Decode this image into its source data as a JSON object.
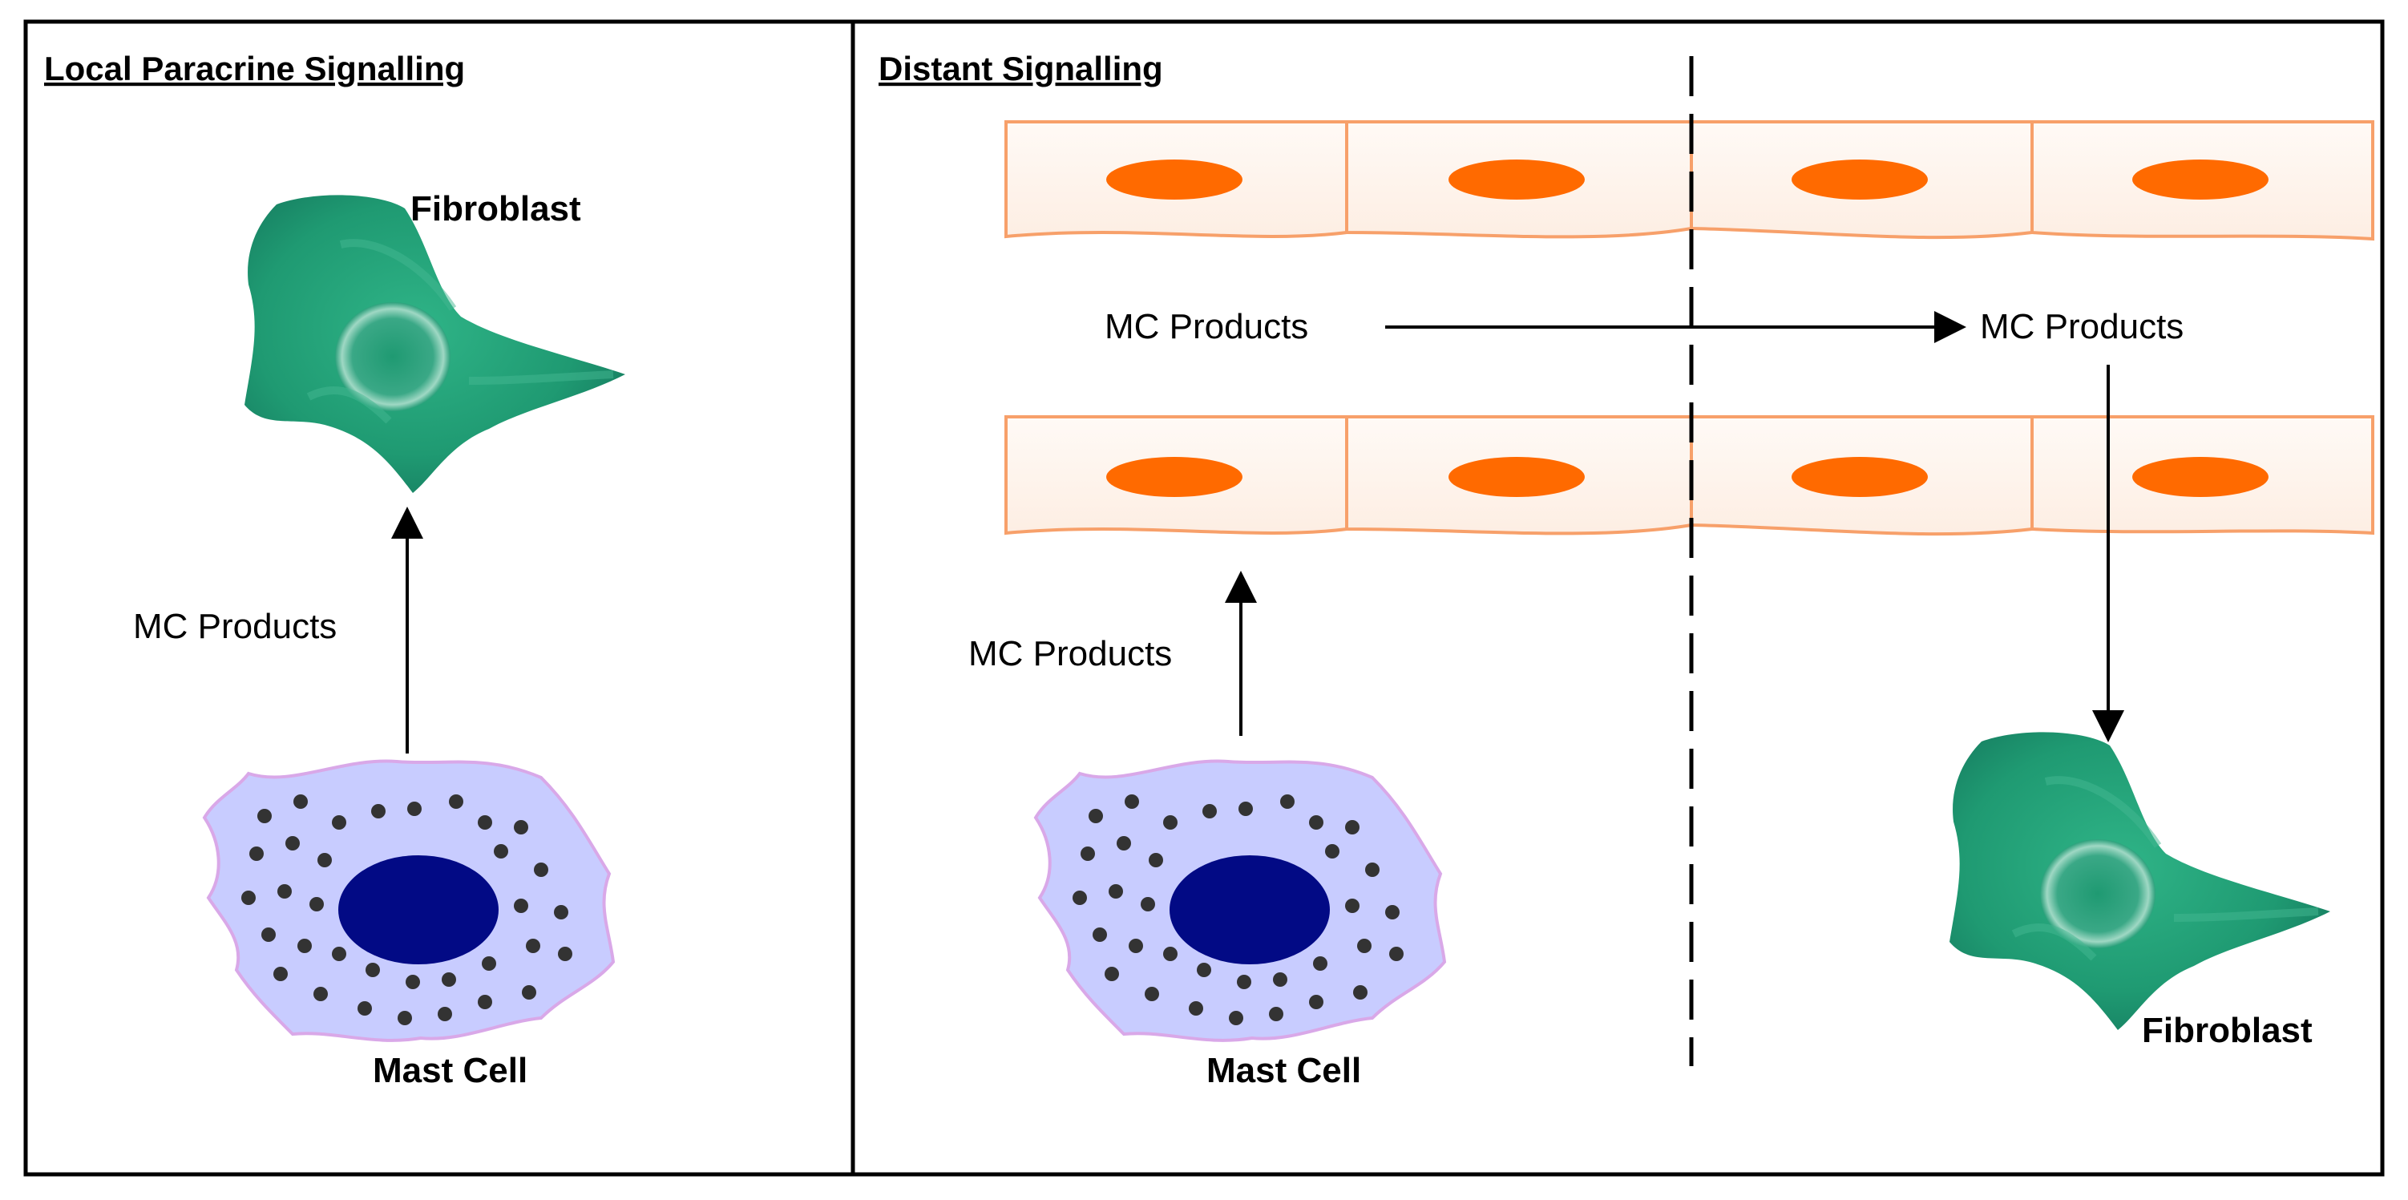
{
  "panels": {
    "local": {
      "title": "Local Paracrine Signalling"
    },
    "distant": {
      "title": "Distant Signalling"
    }
  },
  "labels": {
    "fibroblast": "Fibroblast",
    "mast_cell": "Mast Cell",
    "mc_products": "MC Products"
  },
  "colors": {
    "fibroblast": "#1f9a72",
    "mast_cell_cytoplasm": "#c8ccff",
    "mast_cell_border": "#d9a8e8",
    "mast_cell_nucleus": "#020a85",
    "granule": "#333333",
    "endothelial_fill": "#fff6f0",
    "endothelial_border": "#f7a06a",
    "endothelial_nucleus": "#ff6a00"
  }
}
